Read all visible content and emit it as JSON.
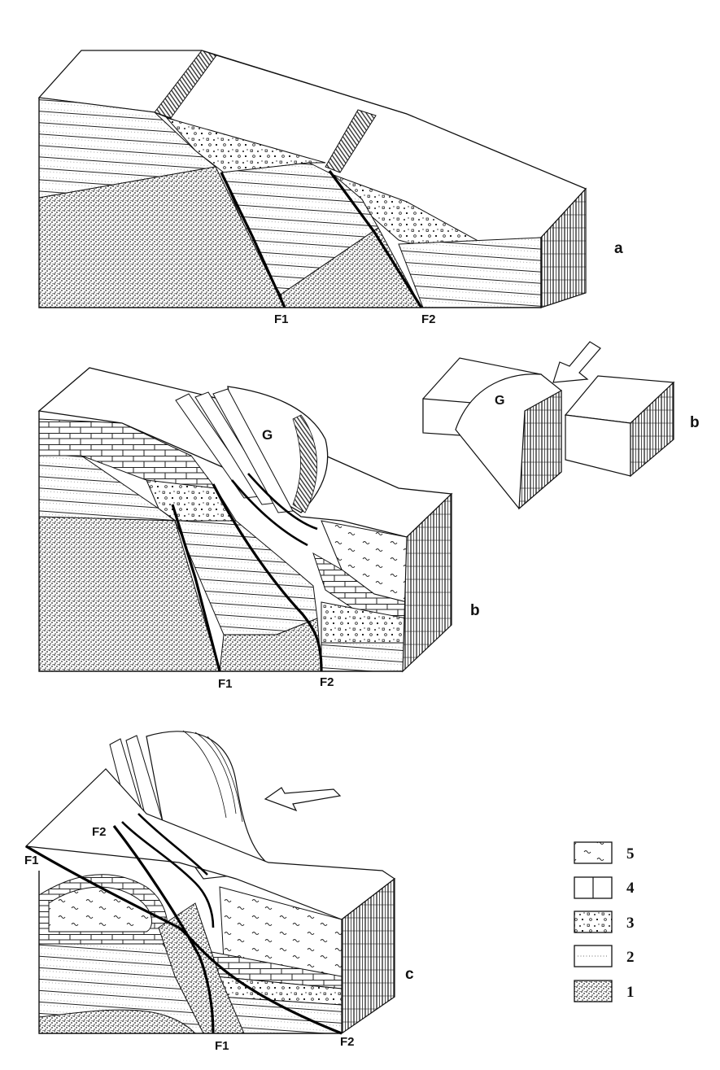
{
  "panel_a": {
    "label": "a",
    "fault1": "F1",
    "fault2": "F2"
  },
  "panel_b": {
    "label": "b",
    "fault1": "F1",
    "fault2": "F2",
    "block": "G"
  },
  "inset_b": {
    "label": "b",
    "block": "G"
  },
  "panel_c": {
    "label": "c",
    "fault1_left": "F1",
    "fault2_top": "F2",
    "fault1": "F1",
    "fault2": "F2"
  },
  "legend": [
    {
      "label": "5",
      "pattern": "tilde"
    },
    {
      "label": "4",
      "pattern": "brick"
    },
    {
      "label": "3",
      "pattern": "pebbles"
    },
    {
      "label": "2",
      "pattern": "dotted-lines"
    },
    {
      "label": "1",
      "pattern": "stipple"
    }
  ]
}
